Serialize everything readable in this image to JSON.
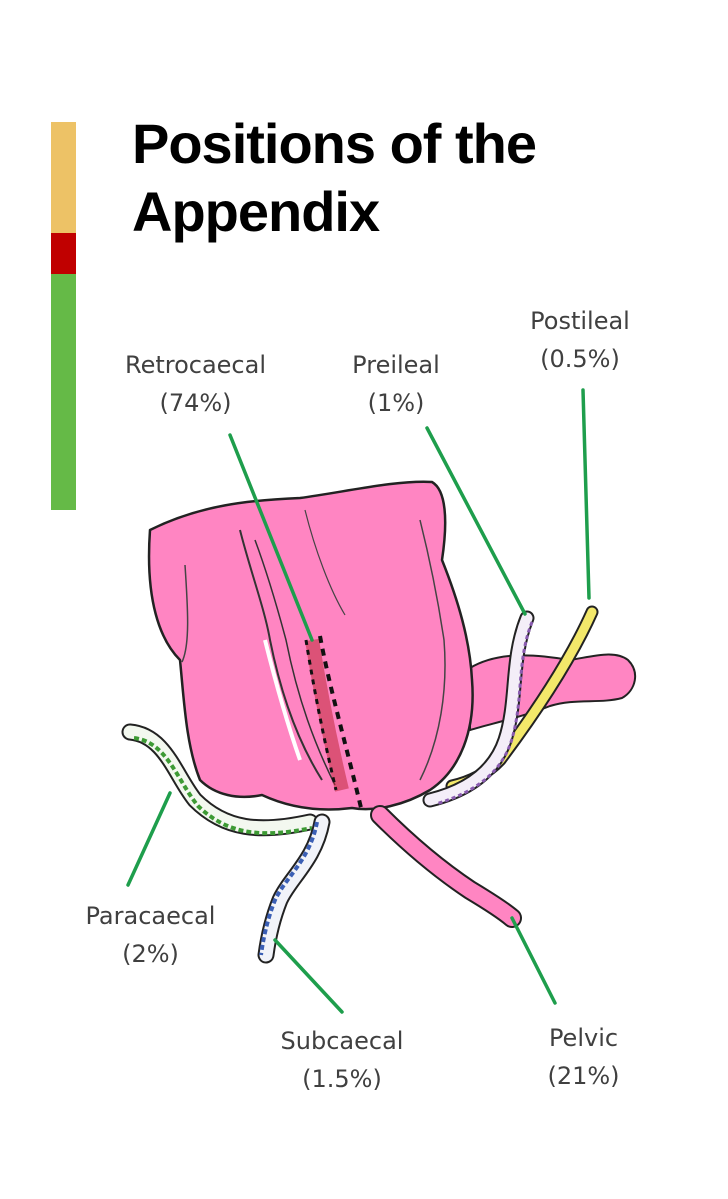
{
  "title": {
    "line1": "Positions of the",
    "line2": "Appendix"
  },
  "colors": {
    "bar_top": "#EDC266",
    "bar_middle": "#C00000",
    "bar_bottom": "#65BA47",
    "caecum": "#FF85C2",
    "leader_line": "#1E9E4C"
  },
  "labels": {
    "retrocaecal": {
      "name": "Retrocaecal",
      "percent": "(74%)"
    },
    "preileal": {
      "name": "Preileal",
      "percent": "(1%)"
    },
    "postileal": {
      "name": "Postileal",
      "percent": "(0.5%)"
    },
    "paracaecal": {
      "name": "Paracaecal",
      "percent": "(2%)"
    },
    "subcaecal": {
      "name": "Subcaecal",
      "percent": "(1.5%)"
    },
    "pelvic": {
      "name": "Pelvic",
      "percent": "(21%)"
    }
  }
}
